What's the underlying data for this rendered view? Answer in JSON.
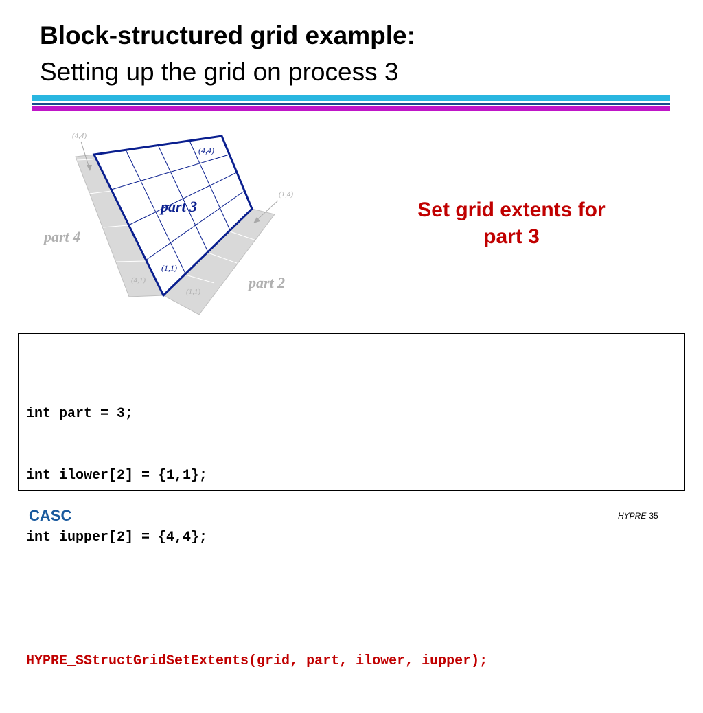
{
  "slide": {
    "title": "Block-structured grid example:",
    "subtitle": "Setting up the grid on process 3"
  },
  "diagram": {
    "part3_label": "part 3",
    "part4_label": "part 4",
    "part2_label": "part 2",
    "coords": {
      "p3_top": "(4,4)",
      "p3_bottom": "(1,1)",
      "p4_top": "(4,4)",
      "p4_bottom": "(4,1)",
      "p2_top": "(1,4)",
      "p2_bottom": "(1,1)"
    },
    "colors": {
      "part3_outline": "#0a1f8f",
      "neighbor_fill": "#d9d9d9",
      "neighbor_text": "#b0b0b0"
    }
  },
  "callout": {
    "line1": "Set grid extents for",
    "line2": "part 3"
  },
  "code": {
    "line1": "int part = 3;",
    "line2": "int ilower[2] = {1,1};",
    "line3": "int iupper[2] = {4,4};",
    "line4": "HYPRE_SStructGridSetExtents(grid, part, ilower, iupper);"
  },
  "footer": {
    "org": "CASC",
    "name": "HYPRE",
    "page": "35"
  }
}
